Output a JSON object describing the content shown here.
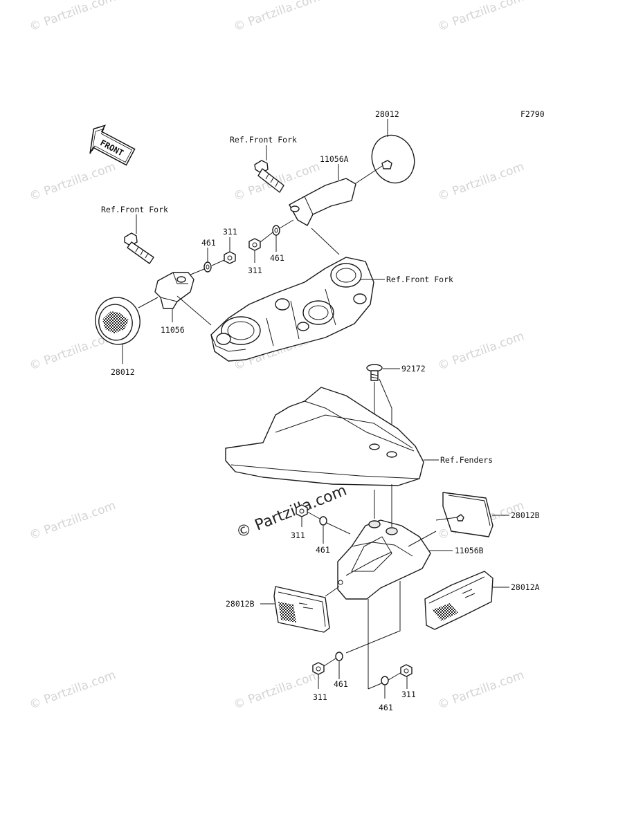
{
  "diagram_code": "F2790",
  "watermark": {
    "text": "© Partzilla.com",
    "center_text": "© Partzilla.com"
  },
  "front_arrow": {
    "text": "FRONT"
  },
  "labels": {
    "ref_front_fork_top": "Ref.Front Fork",
    "ref_front_fork_left": "Ref.Front Fork",
    "ref_front_fork_right": "Ref.Front Fork",
    "ref_fenders": "Ref.Fenders",
    "p28012_top": "28012",
    "p28012_left": "28012",
    "p11056a": "11056A",
    "p11056": "11056",
    "p311_a": "311",
    "p461_a": "461",
    "p311_b": "311",
    "p461_b": "461",
    "p92172": "92172",
    "p28012b_right": "28012B",
    "p11056b": "11056B",
    "p28012a": "28012A",
    "p28012b_left": "28012B",
    "p311_c": "311",
    "p461_c": "461",
    "p311_d": "311",
    "p461_d": "461",
    "p461_e": "461",
    "p311_e": "311"
  }
}
